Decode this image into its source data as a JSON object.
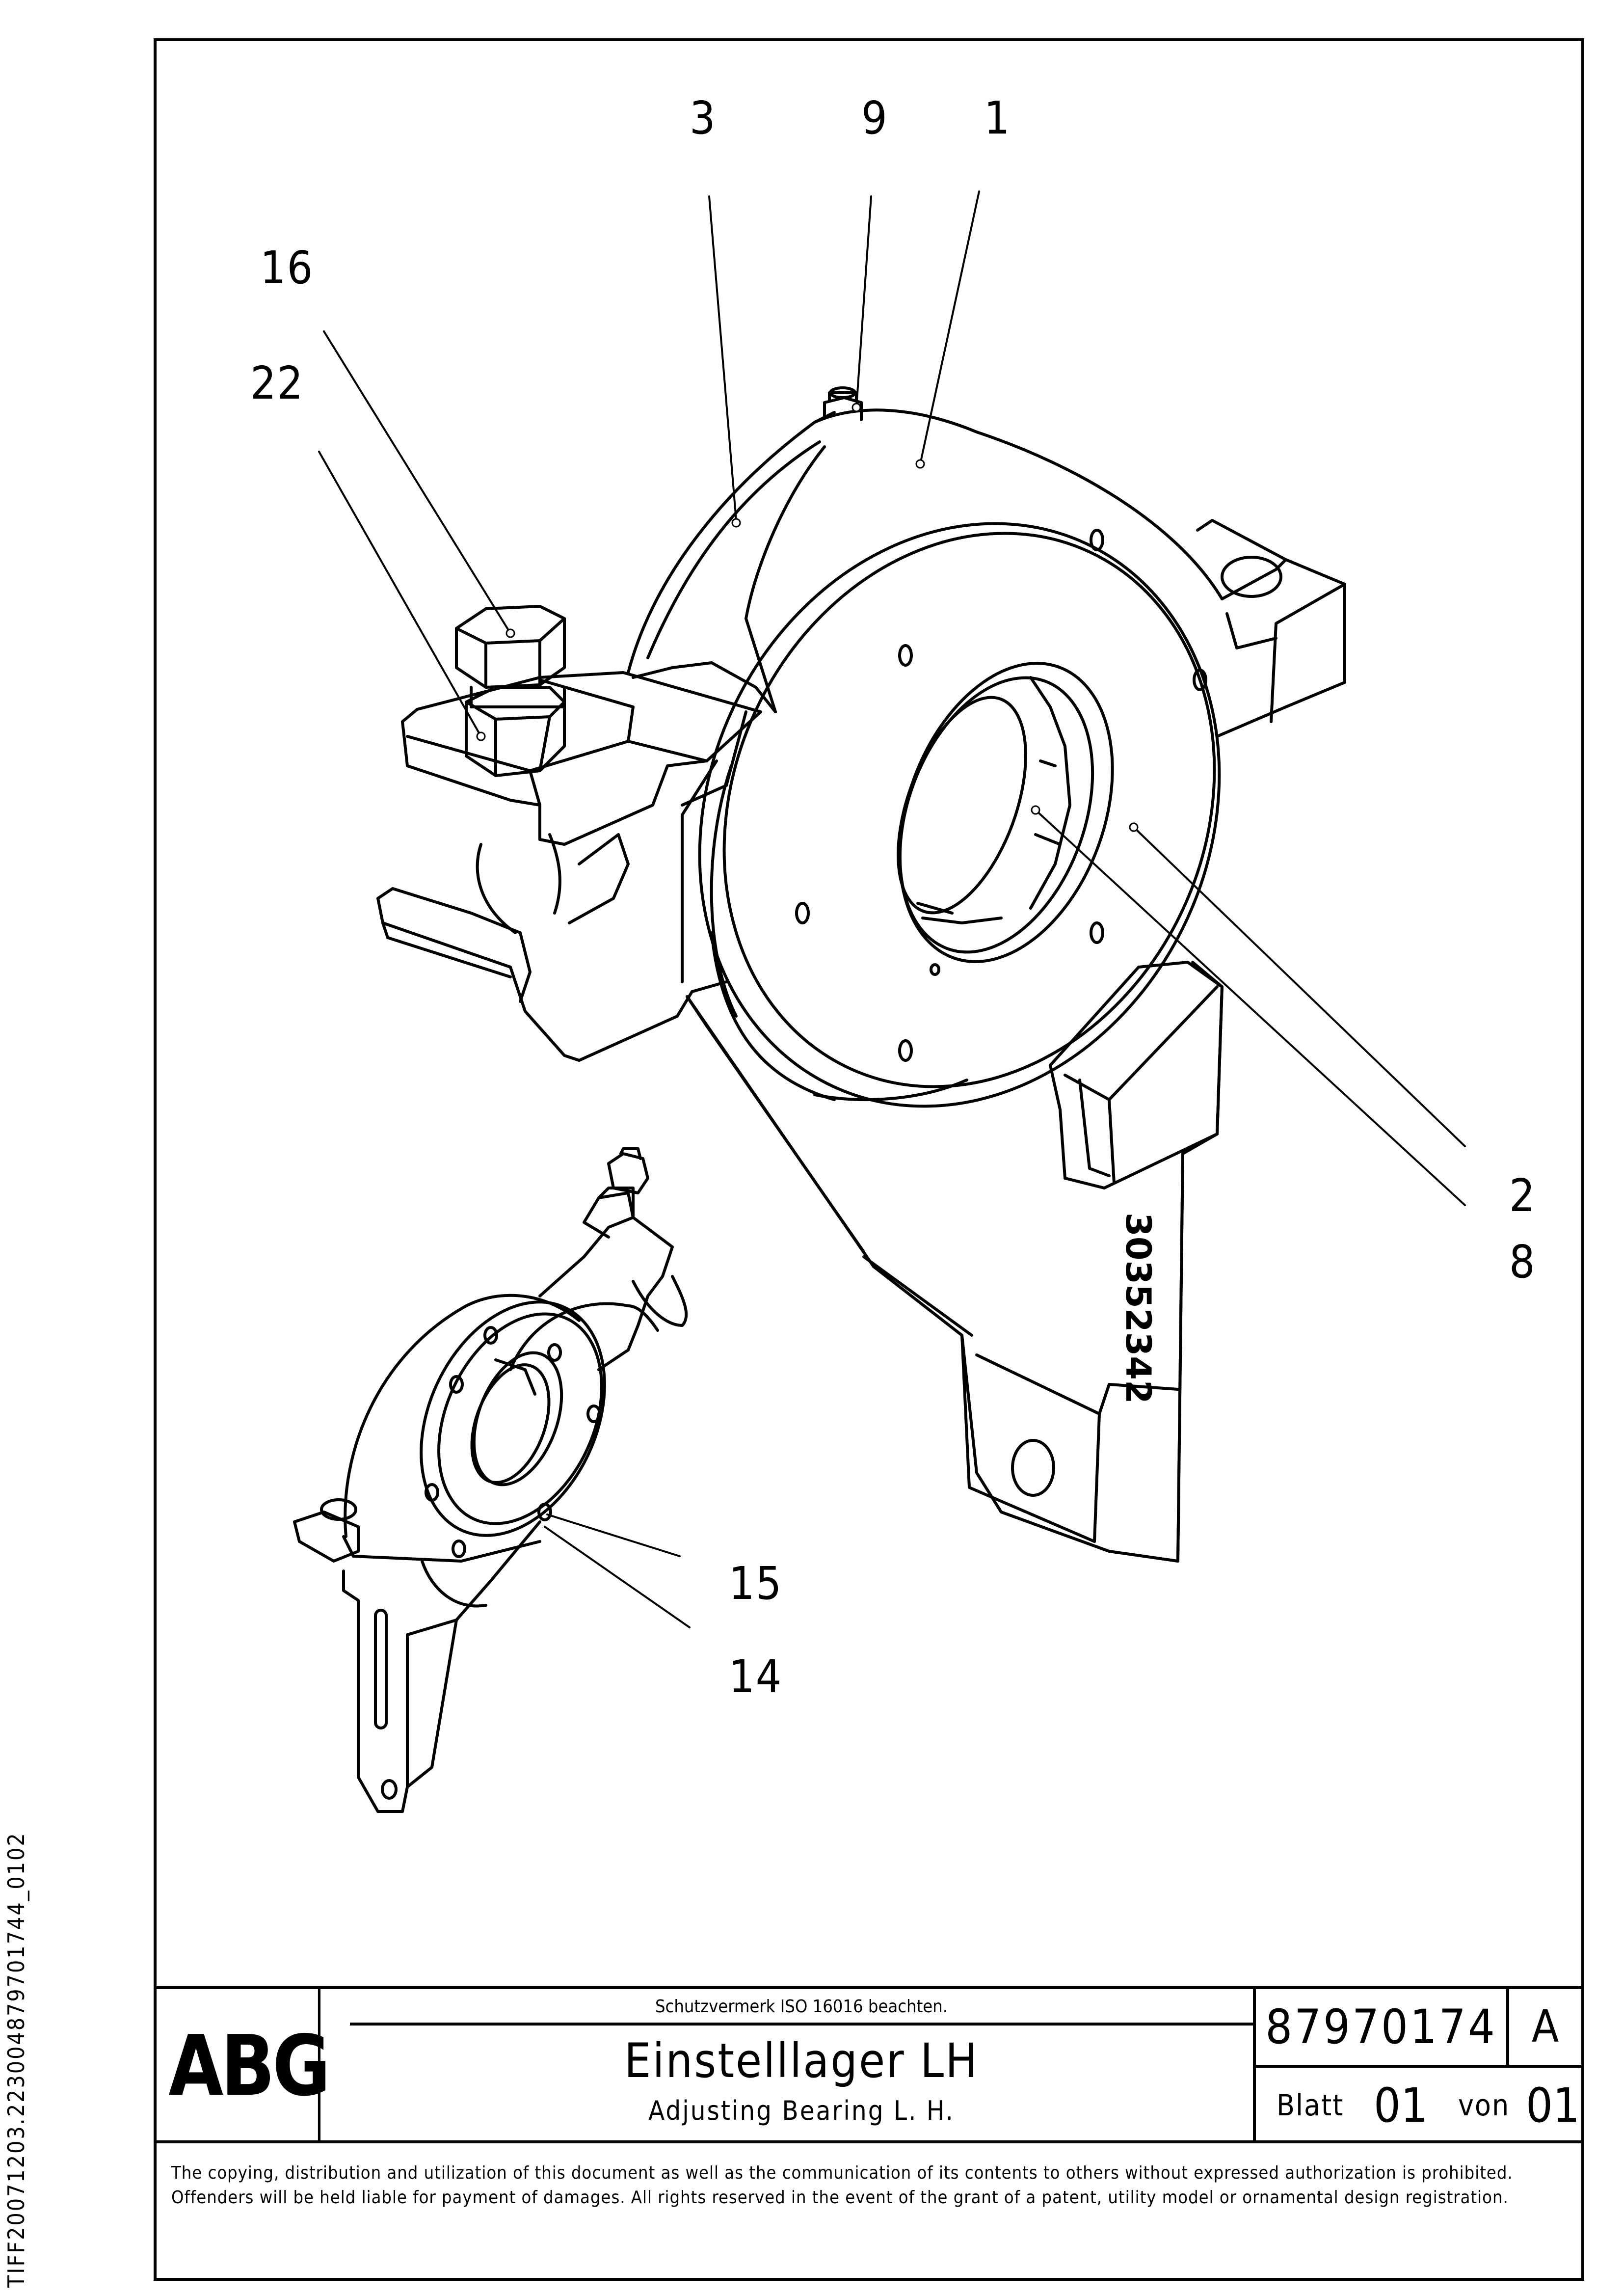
{
  "callouts": {
    "c3": "3",
    "c9": "9",
    "c1": "1",
    "c16": "16",
    "c22": "22",
    "c2": "2",
    "c8": "8",
    "c15": "15",
    "c14": "14"
  },
  "part_marking": "30352342",
  "side_text": "TIFF20071203.223004879701744_0102",
  "title_block": {
    "logo": "ABG",
    "notice": "Schutzvermerk ISO 16016 beachten.",
    "title_de": "Einstelllager LH",
    "title_en": "Adjusting Bearing L. H.",
    "doc_number": "87970174",
    "revision": "A",
    "sheet_label": "Blatt",
    "sheet_value": "01",
    "of_label": "von",
    "of_value": "01"
  },
  "copyright": "The copying, distribution and utilization of this document as well as the communication of its contents to others without expressed authorization is prohibited. Offenders will be held liable for payment of damages. All rights reserved in the event of the grant of a patent, utility model or ornamental design registration."
}
